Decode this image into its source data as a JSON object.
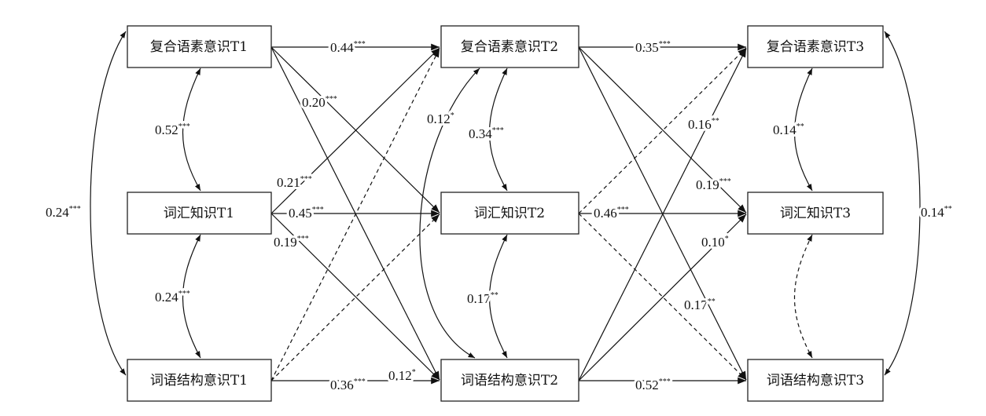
{
  "nodes": {
    "c1": "复合语素意识T1",
    "v1": "词汇知识T1",
    "w1": "词语结构意识T1",
    "c2": "复合语素意识T2",
    "v2": "词汇知识T2",
    "w2": "词语结构意识T2",
    "c3": "复合语素意识T3",
    "v3": "词汇知识T3",
    "w3": "词语结构意识T3"
  },
  "paths": {
    "c1_c2": {
      "value": "0.44",
      "sig": "***"
    },
    "c1_v2": {
      "value": "0.20",
      "sig": "***"
    },
    "c1_w2": {
      "value": "0.12",
      "sig": "*"
    },
    "v1_c2": {
      "value": "0.21",
      "sig": "***"
    },
    "v1_v2": {
      "value": "0.45",
      "sig": "***"
    },
    "v1_w2": {
      "value": "0.19",
      "sig": "***"
    },
    "w1_w2": {
      "value": "0.36",
      "sig": "***"
    },
    "c2_c3": {
      "value": "0.35",
      "sig": "***"
    },
    "c2_v3": {
      "value": "0.19",
      "sig": "***"
    },
    "c2_w3": {
      "value": "0.17",
      "sig": "**"
    },
    "v2_v3": {
      "value": "0.46",
      "sig": "***"
    },
    "w2_c3": {
      "value": "0.16",
      "sig": "**"
    },
    "w2_v3": {
      "value": "0.10",
      "sig": "*"
    },
    "w2_w3": {
      "value": "0.52",
      "sig": "***"
    }
  },
  "correlations": {
    "c1_v1": {
      "value": "0.52",
      "sig": "***"
    },
    "v1_w1": {
      "value": "0.24",
      "sig": "***"
    },
    "c1_w1": {
      "value": "0.24",
      "sig": "***"
    },
    "c2_v2": {
      "value": "0.34",
      "sig": "***"
    },
    "v2_w2": {
      "value": "0.17",
      "sig": "**"
    },
    "c2_w2": {
      "value": "0.12",
      "sig": "*"
    },
    "c3_v3": {
      "value": "0.14",
      "sig": "**"
    },
    "c3_w3": {
      "value": "0.14",
      "sig": "**"
    }
  }
}
